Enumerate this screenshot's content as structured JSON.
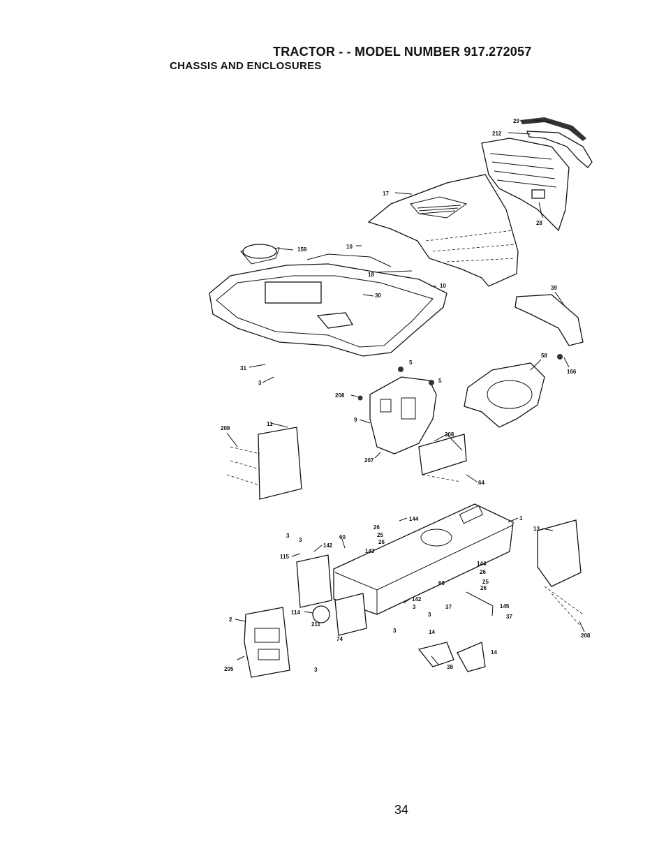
{
  "header": {
    "title": "TRACTOR - - MODEL NUMBER 917.272057",
    "subtitle": "CHASSIS AND ENCLOSURES"
  },
  "page_number": "34",
  "callouts": [
    {
      "id": "c29",
      "label": "29"
    },
    {
      "id": "c212",
      "label": "212"
    },
    {
      "id": "c17",
      "label": "17"
    },
    {
      "id": "c28",
      "label": "28"
    },
    {
      "id": "c159",
      "label": "159"
    },
    {
      "id": "c10a",
      "label": "10"
    },
    {
      "id": "c18",
      "label": "18"
    },
    {
      "id": "c10b",
      "label": "10"
    },
    {
      "id": "c30",
      "label": "30"
    },
    {
      "id": "c39",
      "label": "39"
    },
    {
      "id": "c58",
      "label": "58"
    },
    {
      "id": "c166",
      "label": "166"
    },
    {
      "id": "c31",
      "label": "31"
    },
    {
      "id": "c3a",
      "label": "3"
    },
    {
      "id": "c5a",
      "label": "5"
    },
    {
      "id": "c5b",
      "label": "5"
    },
    {
      "id": "c208a",
      "label": "208"
    },
    {
      "id": "c9",
      "label": "9"
    },
    {
      "id": "c208b",
      "label": "208"
    },
    {
      "id": "c11",
      "label": "11"
    },
    {
      "id": "c208c",
      "label": "208"
    },
    {
      "id": "c207",
      "label": "207"
    },
    {
      "id": "c64",
      "label": "64"
    },
    {
      "id": "c144a",
      "label": "144"
    },
    {
      "id": "c26a",
      "label": "26"
    },
    {
      "id": "c25a",
      "label": "25"
    },
    {
      "id": "c26b",
      "label": "26"
    },
    {
      "id": "c1",
      "label": "1"
    },
    {
      "id": "c13",
      "label": "13"
    },
    {
      "id": "c3b",
      "label": "3"
    },
    {
      "id": "c3c",
      "label": "3"
    },
    {
      "id": "c142a",
      "label": "142"
    },
    {
      "id": "c60a",
      "label": "60"
    },
    {
      "id": "c143",
      "label": "143"
    },
    {
      "id": "c115",
      "label": "115"
    },
    {
      "id": "c144b",
      "label": "144"
    },
    {
      "id": "c26c",
      "label": "26"
    },
    {
      "id": "c25b",
      "label": "25"
    },
    {
      "id": "c26d",
      "label": "26"
    },
    {
      "id": "c60b",
      "label": "60"
    },
    {
      "id": "c142b",
      "label": "142"
    },
    {
      "id": "c3d",
      "label": "3"
    },
    {
      "id": "c114",
      "label": "114"
    },
    {
      "id": "c211",
      "label": "211"
    },
    {
      "id": "c3e",
      "label": "3"
    },
    {
      "id": "c37a",
      "label": "37"
    },
    {
      "id": "c145",
      "label": "145"
    },
    {
      "id": "c37b",
      "label": "37"
    },
    {
      "id": "c2",
      "label": "2"
    },
    {
      "id": "c74",
      "label": "74"
    },
    {
      "id": "c3f",
      "label": "3"
    },
    {
      "id": "c14a",
      "label": "14"
    },
    {
      "id": "c14b",
      "label": "14"
    },
    {
      "id": "c38",
      "label": "38"
    },
    {
      "id": "c208d",
      "label": "208"
    },
    {
      "id": "c205",
      "label": "205"
    },
    {
      "id": "c3g",
      "label": "3"
    }
  ]
}
